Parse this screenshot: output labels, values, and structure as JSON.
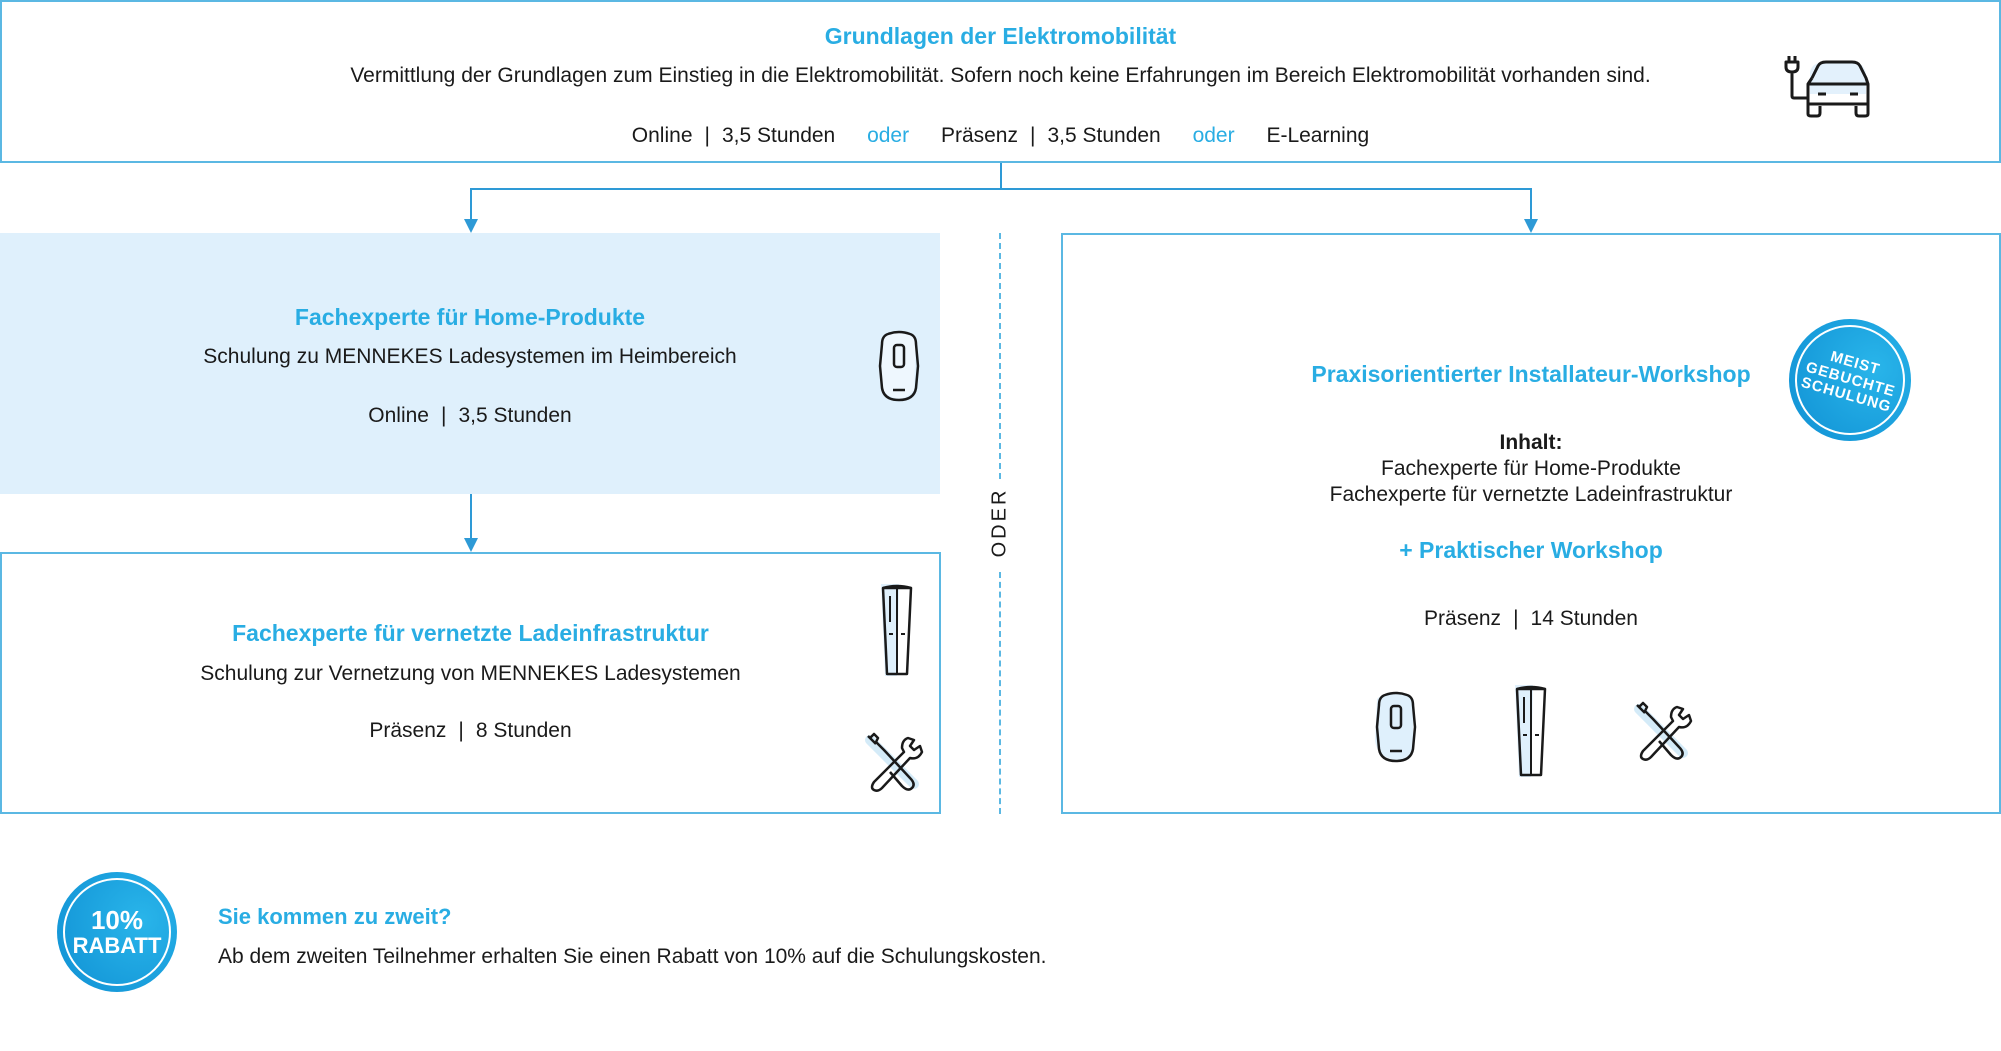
{
  "top_box": {
    "title": "Grundlagen der Elektromobilität",
    "description": "Vermittlung der Grundlagen zum Einstieg in die Elektromobilität. Sofern noch keine Erfahrungen im Bereich Elektromobilität vorhanden sind.",
    "formats": [
      {
        "mode": "Online",
        "duration": "3,5 Stunden"
      },
      {
        "mode": "Präsenz",
        "duration": "3,5 Stunden"
      },
      {
        "mode": "E-Learning"
      }
    ],
    "connector": "oder",
    "separator": "|",
    "icon": "electric-car-icon"
  },
  "home_box": {
    "title": "Fachexperte für Home-Produkte",
    "description": "Schulung zu MENNEKES Ladesystemen im Heimbereich",
    "mode": "Online",
    "duration": "3,5 Stunden",
    "icon": "wallbox-icon"
  },
  "network_box": {
    "title": "Fachexperte für vernetzte Ladeinfrastruktur",
    "description": "Schulung zur Vernetzung von MENNEKES Ladesystemen",
    "mode": "Präsenz",
    "duration": "8 Stunden",
    "icons": [
      "charging-column-icon",
      "tools-icon"
    ]
  },
  "divider": {
    "label": "ODER"
  },
  "workshop_box": {
    "title": "Praxisorientierter Installateur-Workshop",
    "content_label": "Inhalt:",
    "content_items": [
      "Fachexperte für Home-Produkte",
      "Fachexperte für vernetzte Ladeinfrastruktur"
    ],
    "extra": "+ Praktischer Workshop",
    "mode": "Präsenz",
    "duration": "14 Stunden",
    "badge": [
      "MEIST",
      "GEBUCHTE",
      "SCHULUNG"
    ],
    "icons": [
      "wallbox-icon",
      "charging-column-icon",
      "tools-icon"
    ]
  },
  "discount": {
    "badge_line1": "10%",
    "badge_line2": "RABATT",
    "title": "Sie kommen zu zweit?",
    "text": "Ab dem zweiten Teilnehmer erhalten Sie einen Rabatt von 10% auf die Schulungskosten."
  },
  "colors": {
    "accent": "#29ade3",
    "border": "#5bb8e3",
    "fill": "#dff0fc",
    "badge": "#1a9ee0"
  }
}
